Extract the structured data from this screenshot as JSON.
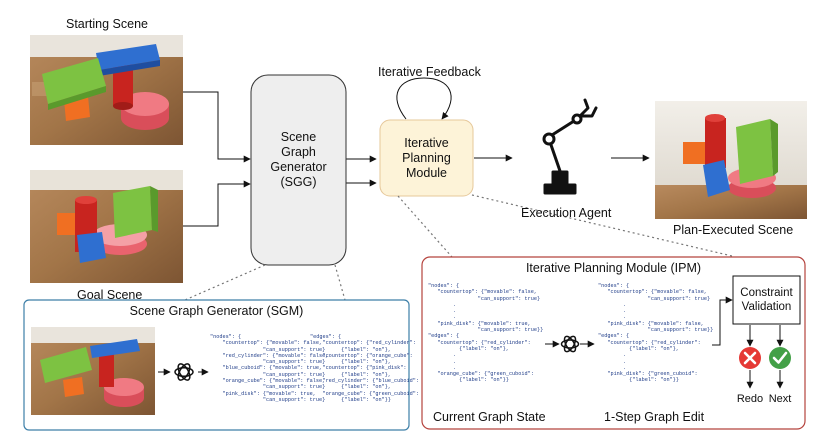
{
  "labels": {
    "starting_scene": "Starting Scene",
    "goal_scene": "Goal Scene",
    "sgg": "Scene\nGraph\nGenerator\n(SGG)",
    "iterative_feedback": "Iterative Feedback",
    "ipm_box": "Iterative\nPlanning\nModule",
    "execution_agent": "Execution Agent",
    "plan_executed_scene": "Plan-Executed Scene",
    "sgm_panel_title": "Scene Graph Generator (SGM)",
    "ipm_panel_title": "Iterative Planning Module (IPM)",
    "current_graph_state": "Current Graph State",
    "graph_edit": "1-Step Graph Edit",
    "constraint_validation": "Constraint\nValidation",
    "redo": "Redo",
    "next": "Next"
  },
  "code": {
    "sgm_nodes": "\"nodes\": {\n    \"countertop\": {\"movable\": false,\n                 \"can_support\": true}\n    \"red_cylinder\": {\"movable\": false,\n                 \"can_support\": true}\n    \"blue_cuboid\": {\"movable\": true,\n                 \"can_support\": true}\n    \"orange_cube\": {\"movable\": false,\n                 \"can_support\": true}\n    \"pink_disk\": {\"movable\": true,\n                 \"can_support\": true}",
    "sgm_edges": "\"edges\": {\n    \"countertop\": {\"red_cylinder\":\n          {\"label\": \"on\"},\n    \"countertop\": {\"orange_cube\":\n          {\"label\": \"on\"},\n    \"countertop\": {\"pink_disk\":\n          {\"label\": \"on\"},\n    \"red_cylinder\": {\"blue_cuboid\":\n          {\"label\": \"on\"},\n    \"orange_cube\": {\"green_cuboid\":\n          {\"label\": \"on\"}}",
    "ipm_state": "\"nodes\": {\n   \"countertop\": {\"movable\": false,\n                \"can_support\": true}\n        .\n        .\n        .\n   \"pink_disk\": {\"movable\": true,\n                \"can_support\": true}}\n\"edges\": {\n   \"countertop\": {\"red_cylinder\":\n          {\"label\": \"on\"},\n        .\n        .\n        .\n   \"orange_cube\": {\"green_cuboid\":\n          {\"label\": \"on\"}}",
    "ipm_edit": "\"nodes\": {\n   \"countertop\": {\"movable\": false,\n                \"can_support\": true}\n        .\n        .\n        .\n   \"pink_disk\": {\"movable\": false,\n                \"can_support\": true}}\n\"edges\": {\n   \"countertop\": {\"red_cylinder\":\n          {\"label\": \"on\"},\n        .\n        .\n        .\n   \"pink_disk\": {\"green_cuboid\":\n          {\"label\": \"on\"}}"
  }
}
